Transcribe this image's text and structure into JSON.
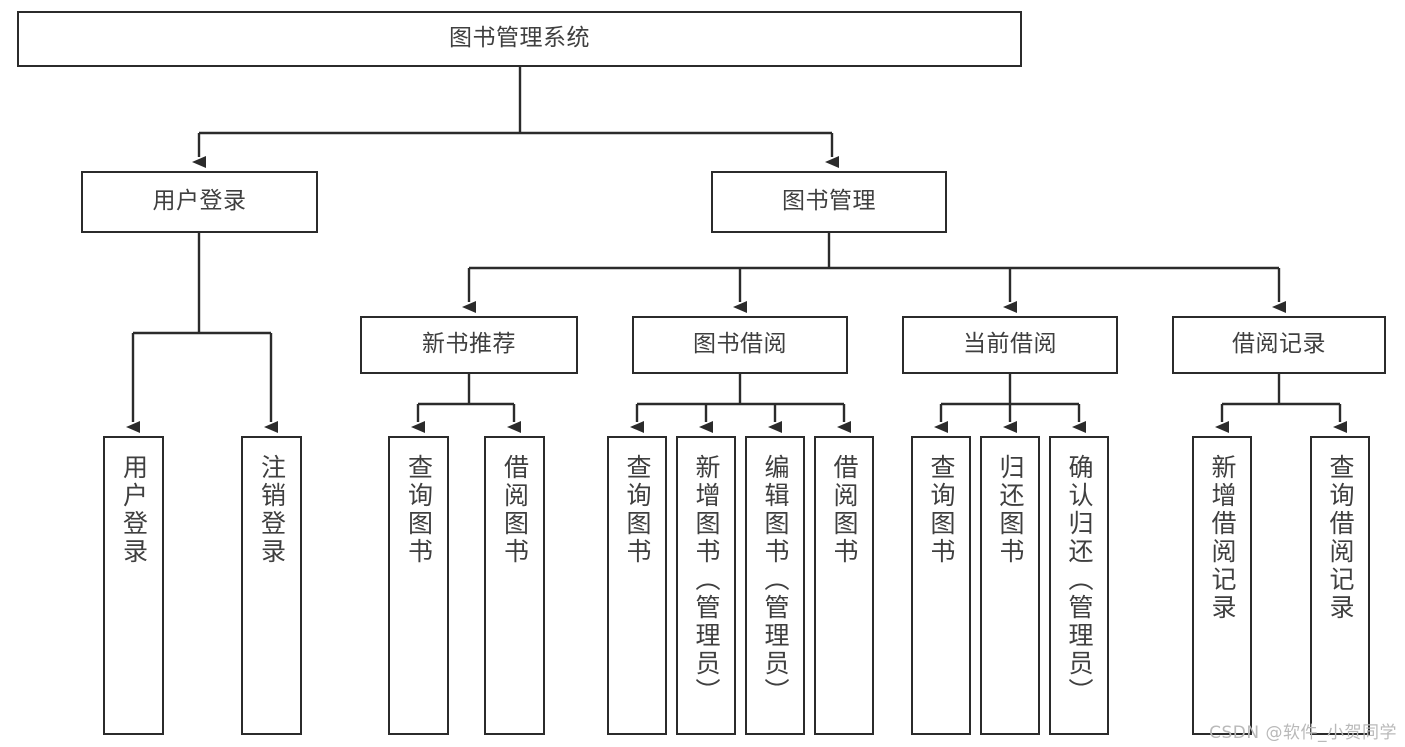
{
  "diagram": {
    "title": "图书管理系统",
    "watermark": "CSDN @软件_小贺同学",
    "colors": {
      "stroke": "#2b2b2b",
      "text": "#3f3f3f",
      "background": "#ffffff",
      "watermark": "#b9b9b9"
    },
    "nodes": {
      "root": {
        "label": "图书管理系统"
      },
      "level2": [
        {
          "label": "用户登录"
        },
        {
          "label": "图书管理"
        }
      ],
      "level3": [
        {
          "label": "新书推荐"
        },
        {
          "label": "图书借阅"
        },
        {
          "label": "当前借阅"
        },
        {
          "label": "借阅记录"
        }
      ],
      "leaves": {
        "user_login": [
          {
            "label": "用户登录"
          },
          {
            "label": "注销登录"
          }
        ],
        "new_book": [
          {
            "label": "查询图书"
          },
          {
            "label": "借阅图书"
          }
        ],
        "book_borrow": [
          {
            "label": "查询图书"
          },
          {
            "label": "新增图书（管理员）"
          },
          {
            "label": "编辑图书（管理员）"
          },
          {
            "label": "借阅图书"
          }
        ],
        "current_borrow": [
          {
            "label": "查询图书"
          },
          {
            "label": "归还图书"
          },
          {
            "label": "确认归还（管理员）"
          }
        ],
        "borrow_record": [
          {
            "label": "新增借阅记录"
          },
          {
            "label": "查询借阅记录"
          }
        ]
      }
    }
  }
}
